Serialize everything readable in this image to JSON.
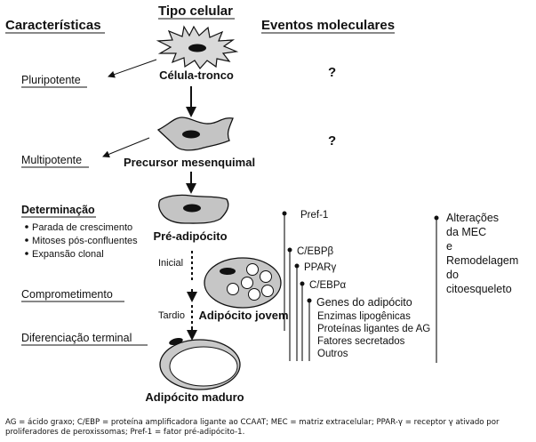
{
  "headers": {
    "characteristics": "Características",
    "cell_type": "Tipo celular",
    "molecular_events": "Eventos moleculares"
  },
  "stages": {
    "pluripotent": "Pluripotente",
    "multipotent": "Multipotente",
    "determination": "Determinação",
    "commitment": "Comprometimento",
    "terminal_differentiation": "Diferenciação terminal"
  },
  "determination_items": [
    "Parada de crescimento",
    "Mitoses pós-confluentes",
    "Expansão clonal"
  ],
  "cells": {
    "stem": "Célula-tronco",
    "mesenchymal": "Precursor mesenquimal",
    "preadipocyte": "Pré-adipócito",
    "young": "Adipócito jovem",
    "mature": "Adipócito maduro"
  },
  "phases": {
    "initial": "Inicial",
    "late": "Tardio"
  },
  "unknown_marker": "?",
  "markers": {
    "pref1": "Pref-1",
    "cebpb": "C/EBPβ",
    "ppar": "PPARγ",
    "cebpa": "C/EBPα",
    "genes": "Genes do adipócito"
  },
  "gene_items": [
    "Enzimas lipogênicas",
    "Proteínas ligantes de AG",
    "Fatores secretados",
    "Outros"
  ],
  "ecm_lines": [
    "Alterações",
    "da MEC",
    "e",
    "Remodelagem",
    "do",
    "citoesqueleto"
  ],
  "footnote": "AG = ácido graxo; C/EBP = proteína amplificadora ligante ao CCAAT; MEC = matriz extracelular; PPAR-γ = receptor γ ativado por proliferadores de peroxissomas; Pref-1 = fator pré-adipócito-1."
}
